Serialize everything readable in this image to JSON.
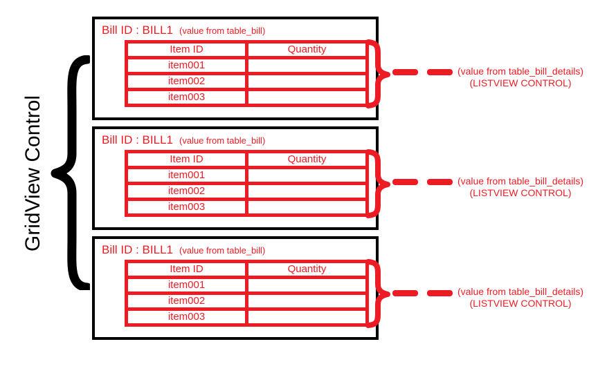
{
  "diagram": {
    "grid_label": "GridView Control",
    "colors": {
      "accent_red": "#ED1C24",
      "outline_black": "#000000"
    },
    "bills": [
      {
        "title": "Bill ID : BILL1",
        "source_note": "(value from table_bill)",
        "table": {
          "headers": [
            "Item ID",
            "Quantity"
          ],
          "rows": [
            {
              "item_id": "item001",
              "quantity": ""
            },
            {
              "item_id": "item002",
              "quantity": ""
            },
            {
              "item_id": "item003",
              "quantity": ""
            }
          ]
        },
        "annotation": {
          "line1": "(value from table_bill_details)",
          "line2": "(LISTVIEW CONTROL)"
        }
      },
      {
        "title": "Bill ID : BILL1",
        "source_note": "(value from table_bill)",
        "table": {
          "headers": [
            "Item ID",
            "Quantity"
          ],
          "rows": [
            {
              "item_id": "item001",
              "quantity": ""
            },
            {
              "item_id": "item002",
              "quantity": ""
            },
            {
              "item_id": "item003",
              "quantity": ""
            }
          ]
        },
        "annotation": {
          "line1": "(value from table_bill_details)",
          "line2": "(LISTVIEW CONTROL)"
        }
      },
      {
        "title": "Bill ID : BILL1",
        "source_note": "(value from table_bill)",
        "table": {
          "headers": [
            "Item ID",
            "Quantity"
          ],
          "rows": [
            {
              "item_id": "item001",
              "quantity": ""
            },
            {
              "item_id": "item002",
              "quantity": ""
            },
            {
              "item_id": "item003",
              "quantity": ""
            }
          ]
        },
        "annotation": {
          "line1": "(value from table_bill_details)",
          "line2": "(LISTVIEW CONTROL)"
        }
      }
    ]
  }
}
